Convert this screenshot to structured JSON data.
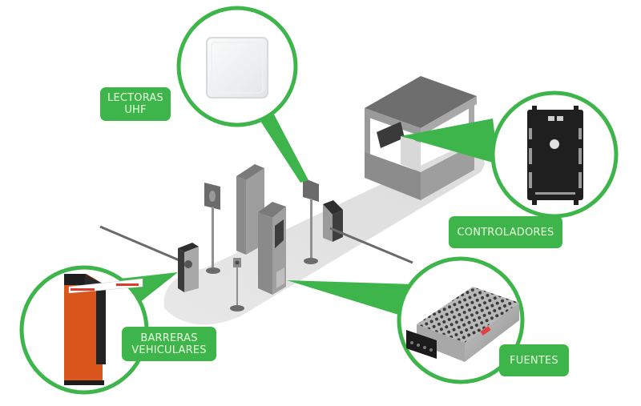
{
  "title": "Sistema de control de acceso vehicular",
  "colors": {
    "accent": "#3db54a",
    "label_text": "#e9ffe0",
    "ground": "#e4e4e4",
    "equipment_dark": "#555555",
    "equipment_mid": "#8a8a8a",
    "barrier_orange": "#d9561c"
  },
  "callouts": [
    {
      "id": "lectoras",
      "lines": [
        "LECTORAS",
        "UHF"
      ],
      "product": "uhf-reader-panel"
    },
    {
      "id": "controladores",
      "lines": [
        "CONTROLADORES"
      ],
      "product": "access-controller-board"
    },
    {
      "id": "barreras",
      "lines": [
        "BARRERAS",
        "VEHICULARES"
      ],
      "product": "vehicle-barrier-gate"
    },
    {
      "id": "fuentes",
      "lines": [
        "FUENTES"
      ],
      "product": "power-supply-unit"
    }
  ]
}
